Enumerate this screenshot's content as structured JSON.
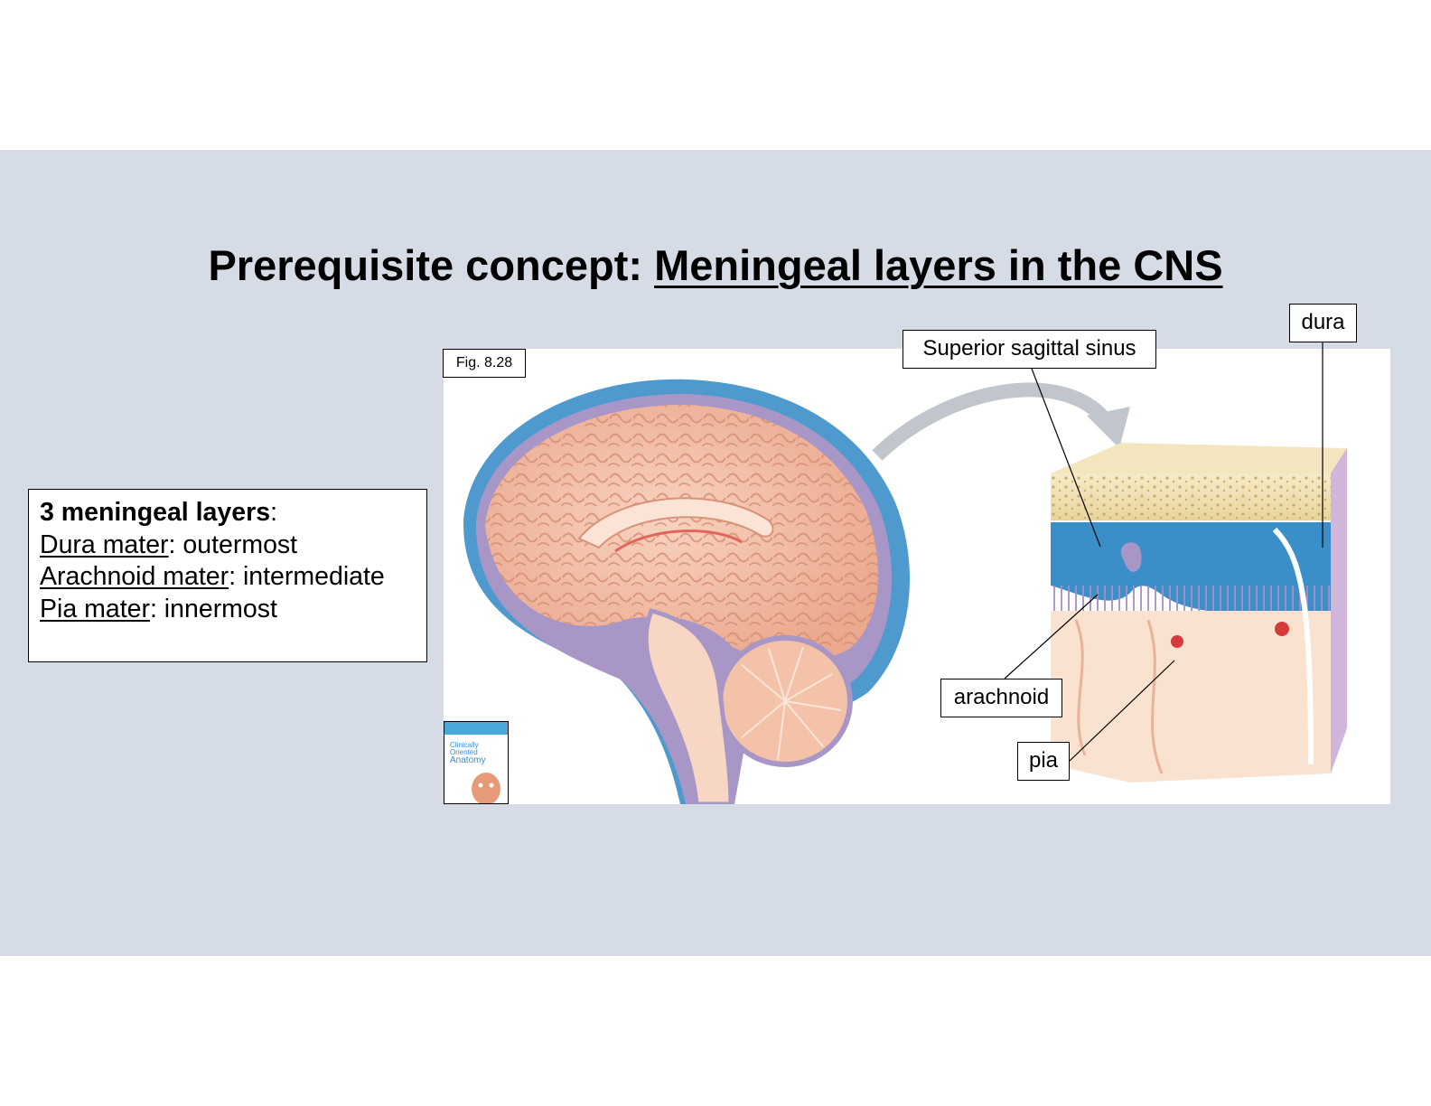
{
  "slide": {
    "title_prefix": "Prerequisite concept: ",
    "title_underlined": "Meningeal layers in the CNS"
  },
  "layers_box": {
    "heading": "3 meningeal layers",
    "heading_colon": ":",
    "items": [
      {
        "term": "Dura mater",
        "desc": ": outermost"
      },
      {
        "term": "Arachnoid mater",
        "desc": ": intermediate"
      },
      {
        "term": "Pia mater",
        "desc": ": innermost"
      }
    ]
  },
  "figure": {
    "fig_label": "Fig. 8.28",
    "callouts": {
      "superior_sagittal_sinus": "Superior sagittal sinus",
      "dura": "dura",
      "arachnoid": "arachnoid",
      "pia": "pia"
    },
    "book_cover": {
      "line1": "Clinically",
      "line2": "Oriented",
      "line3": "Anatomy"
    }
  },
  "colors": {
    "slide_background": "#d6dce5",
    "dura_blue": "#3b8fc9",
    "brain_pink": "#f2b9a0",
    "arachnoid_purple": "#9c8cb9",
    "bone_cream": "#efdfb0"
  }
}
